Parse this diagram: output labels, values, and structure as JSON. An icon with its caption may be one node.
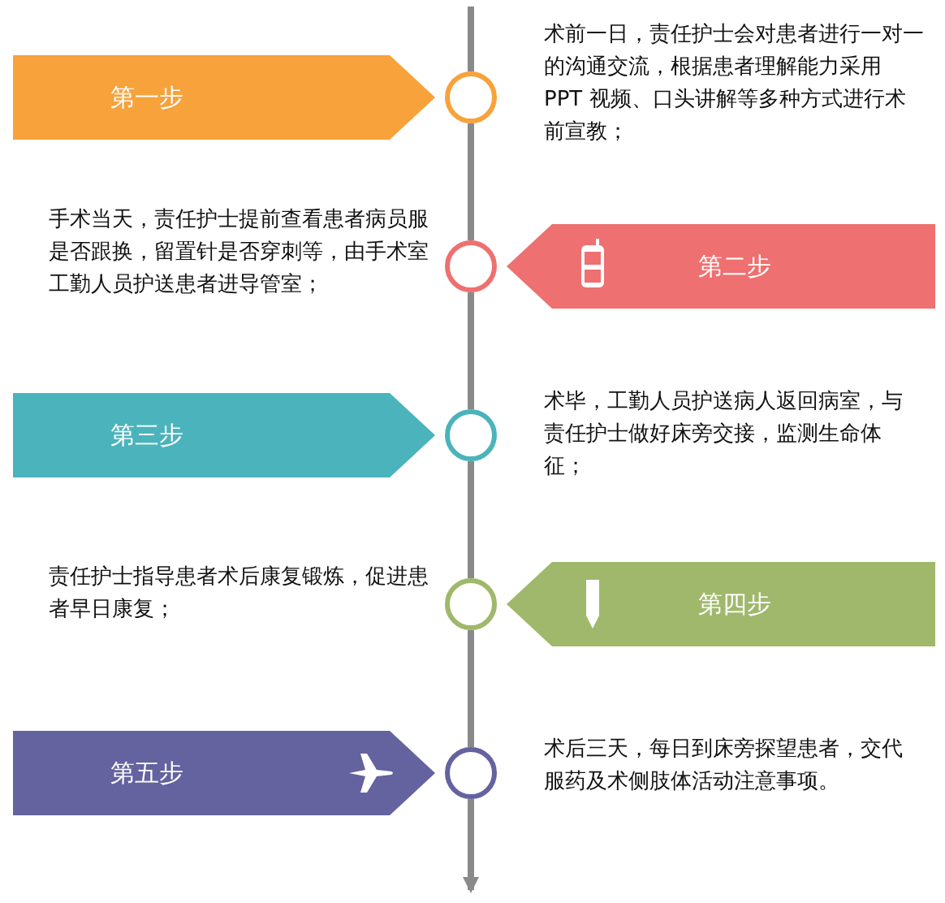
{
  "diagram": {
    "nodes": [
      {
        "text": [
          "第一步"
        ]
      },
      {
        "text": [],
        "shape": "circle"
      },
      {
        "text": [
          "第二步"
        ]
      },
      {
        "text": [],
        "shape": "circle"
      },
      {
        "text": [
          "第三步"
        ]
      },
      {
        "text": [],
        "shape": "circle"
      },
      {
        "text": [
          "第四步"
        ]
      },
      {
        "text": [],
        "shape": "circle"
      },
      {
        "text": [
          "第五步"
        ]
      },
      {
        "text": [],
        "shape": "circle"
      }
    ],
    "edges": [
      {
        "from": null,
        "to": 1,
        "arrow": "none"
      },
      {
        "from": 1,
        "to": 3,
        "arrow": "none"
      },
      {
        "from": 3,
        "to": 5,
        "arrow": "none"
      },
      {
        "from": 5,
        "to": 7,
        "arrow": "none"
      },
      {
        "from": 7,
        "to": 9,
        "arrow": "none"
      },
      {
        "from": 9,
        "to": null,
        "arrow": "to"
      }
    ],
    "labels": [
      "术前一日，责任护士会对患者进行一对一的沟通交流，根据患者理解能力采用 PPT 视频、口头讲解等多种方式进行术前宣教；",
      "手术当天，责任护士提前查看患者病员服是否跟换，留置针是否穿刺等，由手术室工勤人员护送患者进导管室；",
      "术毕，工勤人员护送病人返回病室，与责任护士做好床旁交接，监测生命体征；",
      "责任护士指导患者术后康复锻炼，促进患者早日康复；",
      "术后三天，每日到床旁探望患者，交代服药及术侧肢体活动注意事项。"
    ]
  }
}
